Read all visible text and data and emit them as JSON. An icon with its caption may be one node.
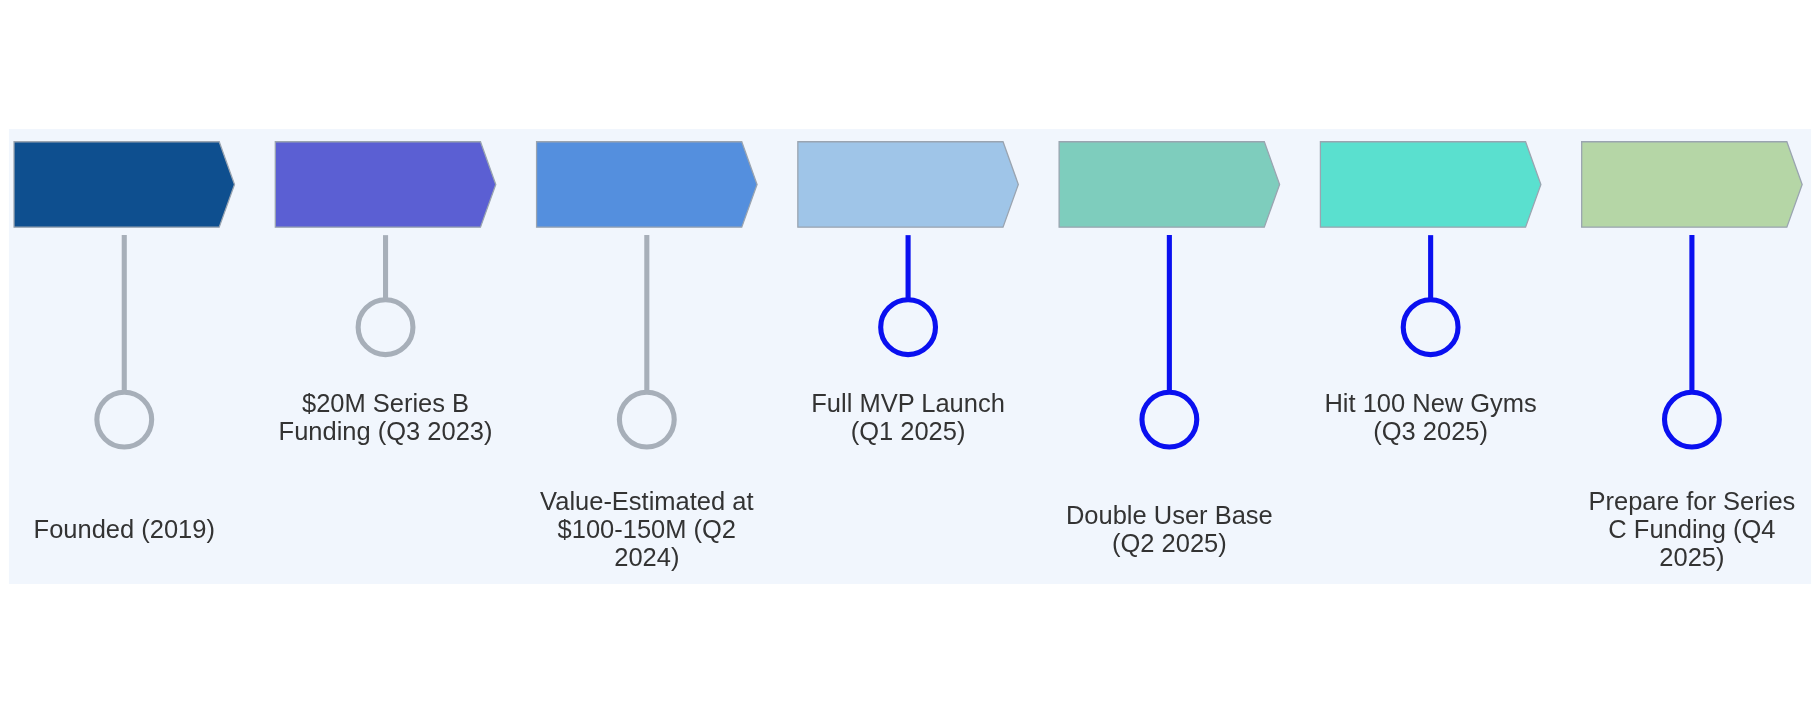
{
  "diagram": {
    "nodes": [
      {
        "text": [],
        "shape": "chevron"
      },
      {
        "text": [],
        "shape": "chevron"
      },
      {
        "text": [],
        "shape": "chevron"
      },
      {
        "text": [],
        "shape": "chevron"
      },
      {
        "text": [],
        "shape": "chevron"
      },
      {
        "text": [],
        "shape": "chevron"
      },
      {
        "text": [],
        "shape": "chevron"
      },
      {
        "text": [],
        "shape": "circle",
        "beside": [
          "Founded (2019)"
        ]
      },
      {
        "text": [],
        "shape": "circle",
        "beside": [
          "$20M Series B Funding (Q3 2023)"
        ]
      },
      {
        "text": [],
        "shape": "circle",
        "beside": [
          "Value-Estimated at $100-150M (Q2 2024)"
        ]
      },
      {
        "text": [],
        "shape": "circle",
        "beside": [
          "Full MVP Launch (Q1 2025)"
        ]
      },
      {
        "text": [],
        "shape": "circle",
        "beside": [
          "Double User Base (Q2 2025)"
        ]
      },
      {
        "text": [],
        "shape": "circle",
        "beside": [
          "Hit 100 New Gyms (Q3 2025)"
        ]
      },
      {
        "text": [],
        "shape": "circle",
        "beside": [
          "Prepare for Series C Funding (Q4 2025)"
        ]
      }
    ],
    "edges": [
      {
        "from": 0,
        "to": 7,
        "arrow": "none",
        "color": "#a7afb9"
      },
      {
        "from": 1,
        "to": 8,
        "arrow": "none",
        "color": "#a7afb9"
      },
      {
        "from": 2,
        "to": 9,
        "arrow": "none",
        "color": "#a7afb9"
      },
      {
        "from": 3,
        "to": 10,
        "arrow": "none"
      },
      {
        "from": 4,
        "to": 11,
        "arrow": "none"
      },
      {
        "from": 5,
        "to": 12,
        "arrow": "none"
      },
      {
        "from": 6,
        "to": 13,
        "arrow": "none"
      }
    ]
  }
}
